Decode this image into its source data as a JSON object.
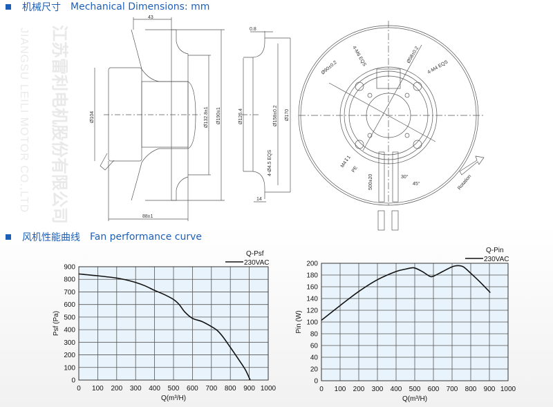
{
  "sections": {
    "mechanical": {
      "cn": "机械尺寸",
      "en": "Mechanical Dimensions: mm"
    },
    "performance": {
      "cn": "风机性能曲线",
      "en": "Fan performance curve"
    }
  },
  "drawing": {
    "side_labels": [
      "43",
      "Ø104",
      "Ø132.8±1",
      "Ø190±1",
      "88±1"
    ],
    "ring_labels": [
      "0.8",
      "Ø126.4",
      "Ø158±0.2",
      "4-Ø4.5 EQS",
      "Ø170",
      "14"
    ],
    "front_labels": [
      "4-M6 EQS",
      "Ø90±0.2",
      "Ø58±0.2",
      "4-M4 EQS",
      "M4↧1",
      "PE",
      "500±20",
      "30°",
      "45°",
      "Rotation"
    ]
  },
  "watermark": {
    "cn": "江苏雷利电机股份有限公司",
    "en": "JIANGSU LEILI MOTOR CO.,LTD"
  },
  "colors": {
    "accent": "#1d5fb6",
    "plot_bg": "#e8f3fb",
    "grid": "#555555",
    "curve": "#111111"
  },
  "chart_data": [
    {
      "type": "line",
      "title": "Q-Psf",
      "legend": [
        "230VAC"
      ],
      "legend_title": "Q-Psf",
      "legend_placement": "top-right",
      "xlabel": "Q(m³/H)",
      "ylabel": "Psf (Pa)",
      "xlim": [
        0,
        1000
      ],
      "ylim": [
        0,
        900
      ],
      "xticks": [
        "0",
        "100",
        "200",
        "300",
        "400",
        "500",
        "600",
        "700",
        "800",
        "900",
        "1000"
      ],
      "yticks": [
        "0",
        "100",
        "200",
        "300",
        "400",
        "500",
        "600",
        "700",
        "800",
        "900"
      ],
      "grid": true,
      "series": [
        {
          "name": "230VAC",
          "x": [
            0,
            100,
            200,
            250,
            300,
            350,
            400,
            450,
            500,
            530,
            560,
            600,
            650,
            700,
            730,
            760,
            800,
            850,
            880,
            905
          ],
          "y": [
            843,
            828,
            810,
            795,
            775,
            748,
            712,
            680,
            640,
            600,
            540,
            490,
            465,
            425,
            395,
            345,
            260,
            150,
            80,
            0
          ]
        }
      ]
    },
    {
      "type": "line",
      "title": "Q-Pin",
      "legend": [
        "230VAC"
      ],
      "legend_title": "Q-Pin",
      "legend_placement": "top-right",
      "xlabel": "Q(m³/H)",
      "ylabel": "Pin (W)",
      "xlim": [
        0,
        1000
      ],
      "ylim": [
        0,
        200
      ],
      "xticks": [
        "0",
        "100",
        "200",
        "300",
        "400",
        "500",
        "600",
        "700",
        "800",
        "900",
        "1000"
      ],
      "yticks": [
        "0",
        "20",
        "40",
        "60",
        "80",
        "100",
        "120",
        "140",
        "160",
        "180",
        "200"
      ],
      "grid": true,
      "series": [
        {
          "name": "230VAC",
          "x": [
            0,
            100,
            200,
            300,
            400,
            450,
            480,
            500,
            540,
            580,
            600,
            650,
            700,
            730,
            760,
            800,
            850,
            905
          ],
          "y": [
            103,
            128,
            152,
            172,
            186,
            190,
            192,
            192,
            186,
            178,
            178,
            186,
            194,
            196,
            194,
            183,
            168,
            150
          ]
        }
      ]
    }
  ]
}
